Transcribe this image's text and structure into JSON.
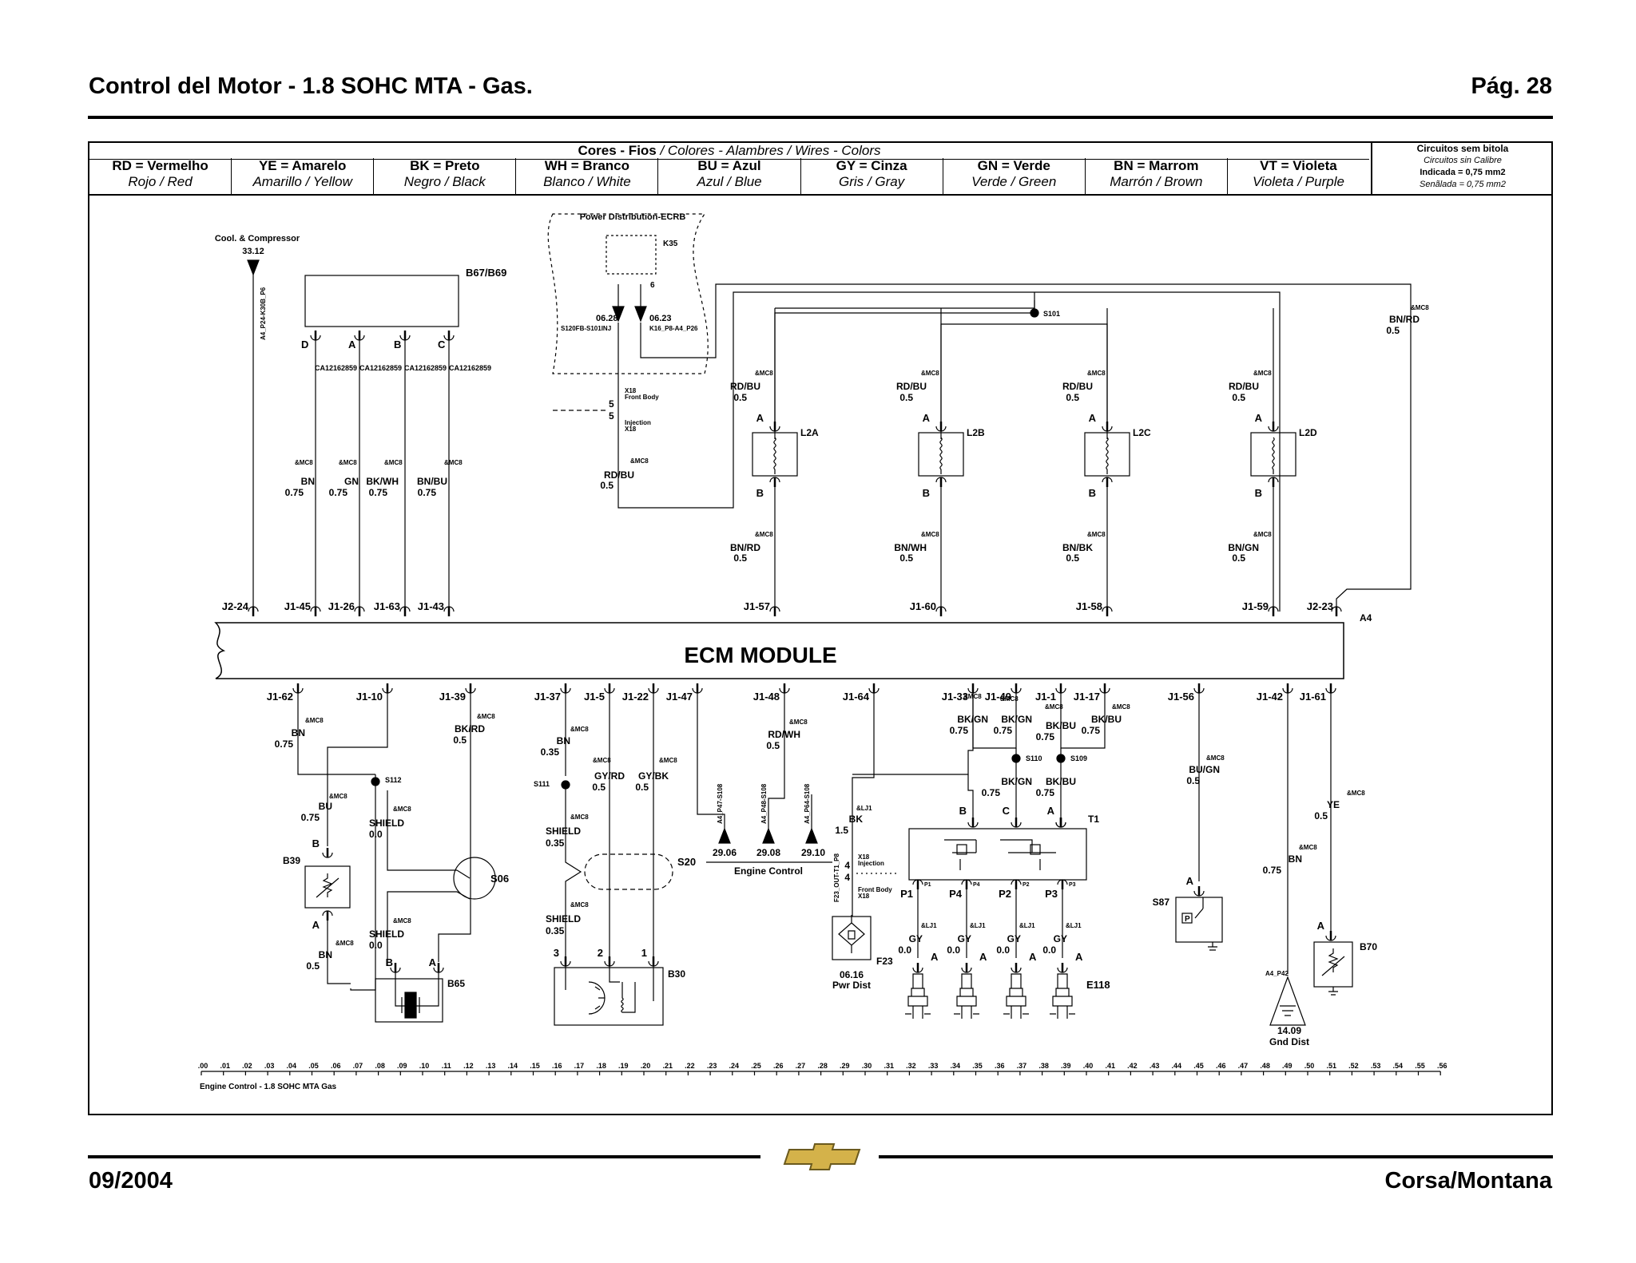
{
  "header": {
    "title": "Control del Motor - 1.8 SOHC MTA - Gas.",
    "page": "Pág. 28"
  },
  "legend": {
    "title_bold": "Cores - Fios",
    "title_rest": " / Colores - Alambres / Wires - Colors",
    "colors": [
      {
        "code": "RD = Vermelho",
        "names": "Rojo / Red"
      },
      {
        "code": "YE = Amarelo",
        "names": "Amarillo / Yellow"
      },
      {
        "code": "BK = Preto",
        "names": "Negro / Black"
      },
      {
        "code": "WH = Branco",
        "names": "Blanco / White"
      },
      {
        "code": "BU = Azul",
        "names": "Azul / Blue"
      },
      {
        "code": "GY = Cinza",
        "names": "Gris / Gray"
      },
      {
        "code": "GN = Verde",
        "names": "Verde / Green"
      },
      {
        "code": "BN = Marrom",
        "names": "Marrón / Brown"
      },
      {
        "code": "VT = Violeta",
        "names": "Violeta / Purple"
      }
    ],
    "note": {
      "line1": "Circuitos sem bitola",
      "line2": "Circuitos sin Calibre",
      "line3": "Indicada = 0,75 mm2",
      "line4": "Senãlada = 0,75 mm2"
    }
  },
  "diagram": {
    "module": "ECM MODULE",
    "module_id": "A4",
    "refs": {
      "cool_title": "Cool. & Compressor",
      "cool_num": "33.12",
      "power_dist": "Power Distribution-ECRB",
      "relay": "K35",
      "relay_pin": "6",
      "ref_0628": "06.28",
      "ref_0628_sub": "S120FB-S101INJ",
      "ref_0623": "06.23",
      "ref_0623_sub": "K16_P8-A4_P26",
      "b67": "B67/B69",
      "s101": "S101",
      "x18_front": "X18",
      "x18_front_txt": "Front Body",
      "x18_inj": "Injection",
      "x18_inj_num": "X18",
      "pin5": "5",
      "vert_p24": "A4_P24-K30B_P6",
      "engine_control": "Engine Control",
      "ref_2906": "29.06",
      "ref_2908": "29.08",
      "ref_2910": "29.10",
      "v47": "A4_P47-S108",
      "v48": "A4_P48-S108",
      "v64": "A4_P64-S108",
      "f23": "F23",
      "pwr_num": "06.16",
      "pwr_dist": "Pwr Dist",
      "v_f23": "F23_OUT-T1_P8",
      "gnd_num": "14.09",
      "gnd_dist": "Gnd Dist",
      "gnd_ref": "A4_P42",
      "t1": "T1",
      "e118": "E118",
      "s06": "S06",
      "s20": "S20",
      "s110": "S110",
      "s109": "S109",
      "s111": "S111",
      "s112": "S112",
      "b39": "B39",
      "b65": "B65",
      "b30": "B30",
      "s87": "S87",
      "b70": "B70",
      "footer_note": "Engine Control - 1.8  SOHC  MTA Gas"
    },
    "b67_pins": [
      "D",
      "A",
      "B",
      "C"
    ],
    "ca": [
      "CA12162859",
      "CA12162859",
      "CA12162859",
      "CA12162859"
    ],
    "mc8": "&MC8",
    "lj1": "&LJ1",
    "top_wires": [
      {
        "color": "BN",
        "gauge": "0.75"
      },
      {
        "color": "GN",
        "gauge": "0.75"
      },
      {
        "color": "BK/WH",
        "gauge": "0.75"
      },
      {
        "color": "BN/BU",
        "gauge": "0.75"
      }
    ],
    "top_pins": [
      "J2-24",
      "J1-45",
      "J1-26",
      "J1-63",
      "J1-43",
      "J1-57",
      "J1-60",
      "J1-58",
      "J1-59",
      "J2-23"
    ],
    "coils": [
      {
        "id": "L2A",
        "top": "RD/BU",
        "gauge": "0.5",
        "bottom": "BN/RD",
        "bgauge": "0.5"
      },
      {
        "id": "L2B",
        "top": "RD/BU",
        "gauge": "0.5",
        "bottom": "BN/WH",
        "bgauge": "0.5"
      },
      {
        "id": "L2C",
        "top": "RD/BU",
        "gauge": "0.5",
        "bottom": "BN/BK",
        "bgauge": "0.5"
      },
      {
        "id": "L2D",
        "top": "RD/BU",
        "gauge": "0.5",
        "bottom": "BN/GN",
        "bgauge": "0.5"
      }
    ],
    "feed_wire": {
      "color": "RD/BU",
      "gauge": "0.5"
    },
    "right_wire": {
      "color": "BN/RD",
      "gauge": "0.5"
    },
    "bottom_pins": [
      "J1-62",
      "J1-10",
      "J1-39",
      "J1-37",
      "J1-5",
      "J1-22",
      "J1-47",
      "J1-48",
      "J1-64",
      "J1-33",
      "J1-49",
      "J1-1",
      "J1-17",
      "J1-56",
      "J1-42",
      "J1-61"
    ],
    "bottom_wires": {
      "bn075": {
        "color": "BN",
        "gauge": "0.75"
      },
      "bkrd": {
        "color": "BK/RD",
        "gauge": "0.5"
      },
      "bn035": {
        "color": "BN",
        "gauge": "0.35"
      },
      "gyrd": {
        "color": "GY/RD",
        "gauge": "0.5"
      },
      "gybk": {
        "color": "GY/BK",
        "gauge": "0.5"
      },
      "rdwh": {
        "color": "RD/WH",
        "gauge": "0.5"
      },
      "bkgn1": {
        "color": "BK/GN",
        "gauge": "0.75"
      },
      "bkgn2": {
        "color": "BK/GN",
        "gauge": "0.75"
      },
      "bkbu1": {
        "color": "BK/BU",
        "gauge": "0.75"
      },
      "bkbu2": {
        "color": "BK/BU",
        "gauge": "0.75"
      },
      "bugn": {
        "color": "BU/GN",
        "gauge": "0.5"
      },
      "bu": {
        "color": "BU",
        "gauge": "0.75"
      },
      "shield00a": {
        "color": "SHIELD",
        "gauge": "0.0"
      },
      "shield00b": {
        "color": "SHIELD",
        "gauge": "0.0"
      },
      "shield035a": {
        "color": "SHIELD",
        "gauge": "0.35"
      },
      "shield035b": {
        "color": "SHIELD",
        "gauge": "0.35"
      },
      "bn05": {
        "color": "BN",
        "gauge": "0.5"
      },
      "bk15": {
        "color": "BK",
        "gauge": "1.5"
      },
      "bkgn3": {
        "color": "BK/GN",
        "gauge": "0.75"
      },
      "bkbu3": {
        "color": "BK/BU",
        "gauge": "0.75"
      },
      "ye": {
        "color": "YE",
        "gauge": "0.5"
      },
      "bn_gnd": {
        "color": "BN",
        "gauge": "0.75"
      }
    },
    "plugs": [
      {
        "pin": "P1",
        "small": "P1",
        "wire": "GY",
        "gauge": "0.0"
      },
      {
        "pin": "P4",
        "small": "P4",
        "wire": "GY",
        "gauge": "0.0"
      },
      {
        "pin": "P2",
        "small": "P2",
        "wire": "GY",
        "gauge": "0.0"
      },
      {
        "pin": "P3",
        "small": "P3",
        "wire": "GY",
        "gauge": "0.0"
      }
    ],
    "t1_pins": [
      "B",
      "C",
      "A"
    ],
    "x18_bottom": {
      "num": "4",
      "label1": "X18",
      "label2": "Injection",
      "label3": "Front Body",
      "label4": "X18"
    },
    "b30_pins": [
      "3",
      "2",
      "1"
    ],
    "b65_pins": [
      "B",
      "A"
    ],
    "pin_a": "A",
    "pin_b": "B",
    "grid": [
      ".00",
      ".01",
      ".02",
      ".03",
      ".04",
      ".05",
      ".06",
      ".07",
      ".08",
      ".09",
      ".10",
      ".11",
      ".12",
      ".13",
      ".14",
      ".15",
      ".16",
      ".17",
      ".18",
      ".19",
      ".20",
      ".21",
      ".22",
      ".23",
      ".24",
      ".25",
      ".26",
      ".27",
      ".28",
      ".29",
      ".30",
      ".31",
      ".32",
      ".33",
      ".34",
      ".35",
      ".36",
      ".37",
      ".38",
      ".39",
      ".40",
      ".41",
      ".42",
      ".43",
      ".44",
      ".45",
      ".46",
      ".47",
      ".48",
      ".49",
      ".50",
      ".51",
      ".52",
      ".53",
      ".54",
      ".55",
      ".56"
    ]
  },
  "footer": {
    "date": "09/2004",
    "model": "Corsa/Montana"
  }
}
